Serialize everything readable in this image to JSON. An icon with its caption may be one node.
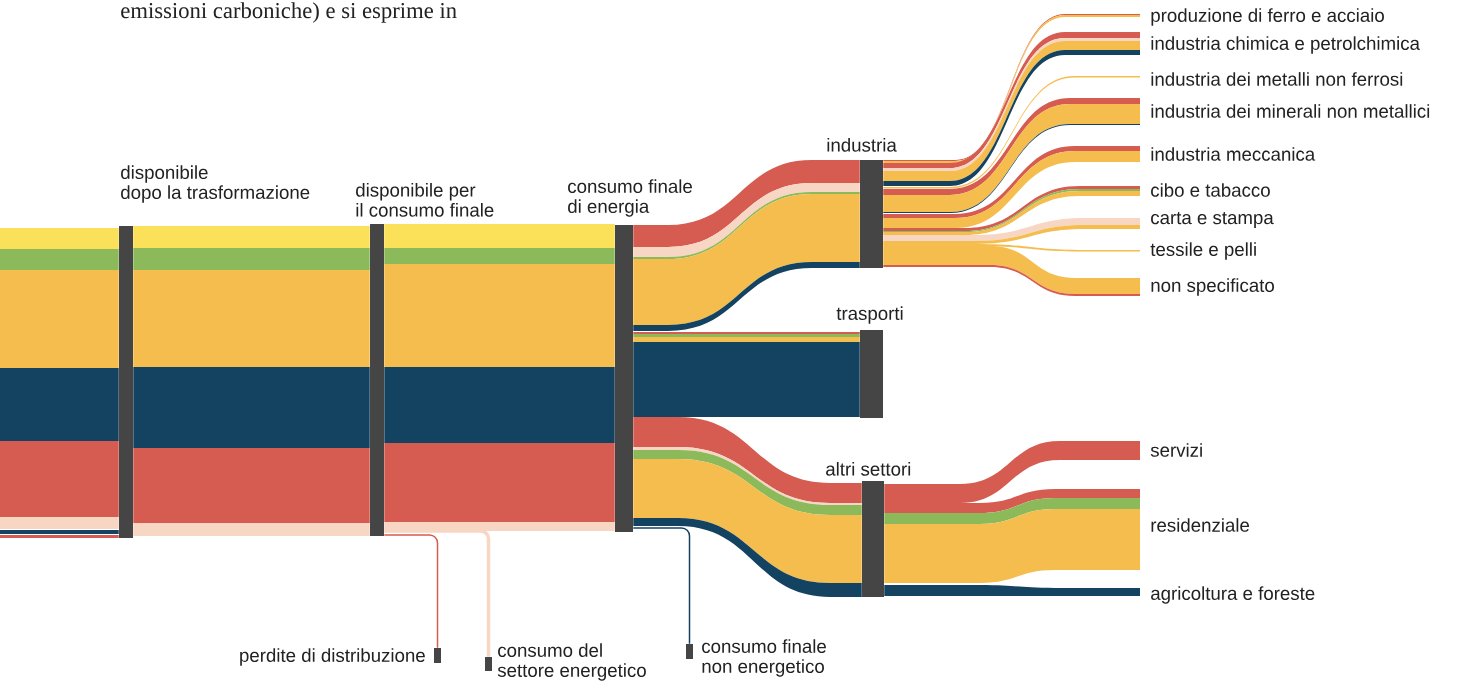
{
  "diagram": {
    "nodes": [
      {
        "text": [
          "disponibile dopo la trasformazione"
        ]
      },
      {
        "text": [
          "disponibile per il consumo finale"
        ]
      },
      {
        "text": [
          "consumo finale di energia"
        ]
      },
      {
        "text": [
          "industria"
        ]
      },
      {
        "text": [
          "trasporti"
        ]
      },
      {
        "text": [
          "altri settori"
        ]
      },
      {
        "text": [
          "perdite di distribuzione"
        ]
      },
      {
        "text": [
          "consumo del settore energetico"
        ]
      },
      {
        "text": [
          "consumo finale non energetico"
        ]
      },
      {
        "text": [
          "produzione di ferro e acciaio"
        ]
      },
      {
        "text": [
          "industria chimica e petrolchimica"
        ]
      },
      {
        "text": [
          "industria dei metalli non ferrosi"
        ]
      },
      {
        "text": [
          "industria dei minerali non metallici"
        ]
      },
      {
        "text": [
          "industria meccanica"
        ]
      },
      {
        "text": [
          "cibo e tabacco"
        ]
      },
      {
        "text": [
          "carta e stampa"
        ]
      },
      {
        "text": [
          "tessile e pelli"
        ]
      },
      {
        "text": [
          "non specificato"
        ]
      },
      {
        "text": [
          "servizi"
        ]
      },
      {
        "text": [
          "residenziale"
        ]
      },
      {
        "text": [
          "agricoltura e foreste"
        ]
      }
    ],
    "edges": [
      {
        "from": null,
        "to": 0,
        "arrow": "none"
      },
      {
        "from": 0,
        "to": 1,
        "arrow": "none"
      },
      {
        "from": 1,
        "to": 2,
        "arrow": "none"
      },
      {
        "from": 2,
        "to": 3,
        "arrow": "none"
      },
      {
        "from": 2,
        "to": 4,
        "arrow": "none"
      },
      {
        "from": 2,
        "to": 5,
        "arrow": "none"
      },
      {
        "from": 1,
        "to": 6,
        "arrow": "none",
        "color": "#d65b50"
      },
      {
        "from": 1,
        "to": 7,
        "arrow": "none",
        "color": "#f8d6c4"
      },
      {
        "from": 2,
        "to": 8,
        "arrow": "none",
        "color": "#144261"
      },
      {
        "from": 3,
        "to": 9,
        "arrow": "none"
      },
      {
        "from": 3,
        "to": 10,
        "arrow": "none"
      },
      {
        "from": 3,
        "to": 11,
        "arrow": "none"
      },
      {
        "from": 3,
        "to": 12,
        "arrow": "none"
      },
      {
        "from": 3,
        "to": 13,
        "arrow": "none"
      },
      {
        "from": 3,
        "to": 14,
        "arrow": "none"
      },
      {
        "from": 3,
        "to": 15,
        "arrow": "none"
      },
      {
        "from": 3,
        "to": 16,
        "arrow": "none"
      },
      {
        "from": 3,
        "to": 17,
        "arrow": "none"
      },
      {
        "from": 5,
        "to": 18,
        "arrow": "none"
      },
      {
        "from": 5,
        "to": 19,
        "arrow": "none"
      },
      {
        "from": 5,
        "to": 20,
        "arrow": "none"
      }
    ],
    "labels": [
      "emissioni carboniche) e si esprime in"
    ]
  }
}
